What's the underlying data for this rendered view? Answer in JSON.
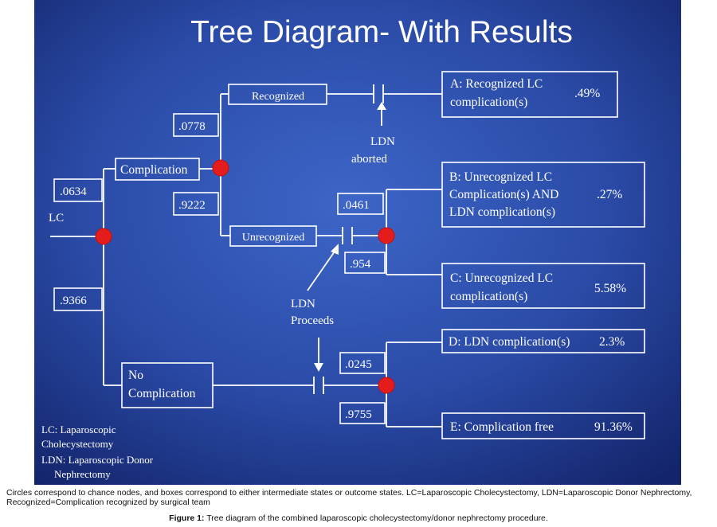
{
  "title": "Tree Diagram- With Results",
  "root_label": "LC",
  "branches": {
    "complication": "Complication",
    "no_complication_line1": "No",
    "no_complication_line2": "Complication",
    "recognized": "Recognized",
    "unrecognized": "Unrecognized"
  },
  "probabilities": {
    "p_complication": ".0634",
    "p_no_complication": ".9366",
    "p_recognized": ".0778",
    "p_unrecognized": ".9222",
    "p_unrec_ldn_complication": ".0461",
    "p_unrec_ldn_free": ".954",
    "p_nocomp_ldn_complication": ".0245",
    "p_nocomp_ldn_free": ".9755"
  },
  "annotations": {
    "ldn_aborted_line1": "LDN",
    "ldn_aborted_line2": "aborted",
    "ldn_proceeds_line1": "LDN",
    "ldn_proceeds_line2": "Proceeds"
  },
  "outcomes": {
    "a_line1": "A: Recognized LC",
    "a_line2": "complication(s)",
    "a_value": ".49%",
    "b_line1": "B: Unrecognized LC",
    "b_line2": "Complication(s) AND",
    "b_line3": "LDN complication(s)",
    "b_value": ".27%",
    "c_line1": "C: Unrecognized LC",
    "c_line2": "complication(s)",
    "c_value": "5.58%",
    "d_label": "D: LDN complication(s)",
    "d_value": "2.3%",
    "e_label": "E: Complication free",
    "e_value": "91.36%"
  },
  "legend": {
    "lc_line1": "LC: Laparoscopic",
    "lc_line2": "Cholecystectomy",
    "ldn_line1": "LDN: Laparoscopic Donor",
    "ldn_line2": "Nephrectomy"
  },
  "caption": "Circles correspond to chance nodes, and boxes correspond to either intermediate states or outcome states. LC=Laparoscopic Cholecystectomy, LDN=Laparoscopic Donor Nephrectomy, Recognized=Complication recognized by surgical team",
  "figure_label": "Figure 1:",
  "figure_title": "Tree diagram of the combined laparoscopic cholecystectomy/donor nephrectomy procedure.",
  "colors": {
    "background_center": "#3c63c4",
    "background_edge": "#14276e",
    "line": "#ffffff",
    "node": "#e41c1c"
  }
}
